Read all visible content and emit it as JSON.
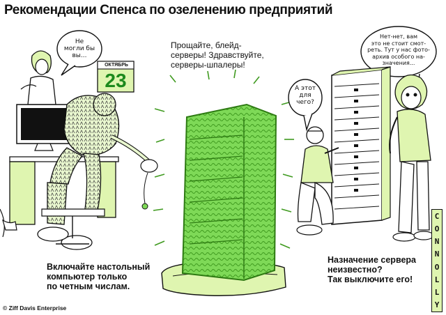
{
  "title": "Рекомендации Спенса по озеленению предприятий",
  "panels": {
    "left": {
      "bubble_lines": [
        "Не",
        "могли бы",
        "вы..."
      ],
      "calendar_month": "ОКТЯБРЬ",
      "calendar_day": "23",
      "caption_lines": [
        "Включайте настольный",
        "компьютер только",
        "по четным числам."
      ]
    },
    "center": {
      "caption_lines": [
        "Прощайте, блейд-",
        "серверы! Здравствуйте,",
        "серверы-шпалеры!"
      ]
    },
    "right": {
      "bubble_small_lines": [
        "А этот",
        "для",
        "чего?"
      ],
      "bubble_large_lines": [
        "Нет-нет, вам",
        "это не стоит смот-",
        "реть. Тут у нас фото-",
        "архив особого на-",
        "значения..."
      ],
      "caption_lines": [
        "Назначение сервера",
        "неизвестно?",
        "Так выключите его!"
      ]
    }
  },
  "signature": [
    "C",
    "O",
    "N",
    "N",
    "O",
    "L",
    "L",
    "Y"
  ],
  "copyright": "© Ziff Davis Enterprise",
  "colors": {
    "hedge_green": "#7ed957",
    "hedge_dark": "#3f9a1f",
    "pale_green": "#dff5b0",
    "calendar_green": "#1d8a1d",
    "ink": "#111111"
  }
}
